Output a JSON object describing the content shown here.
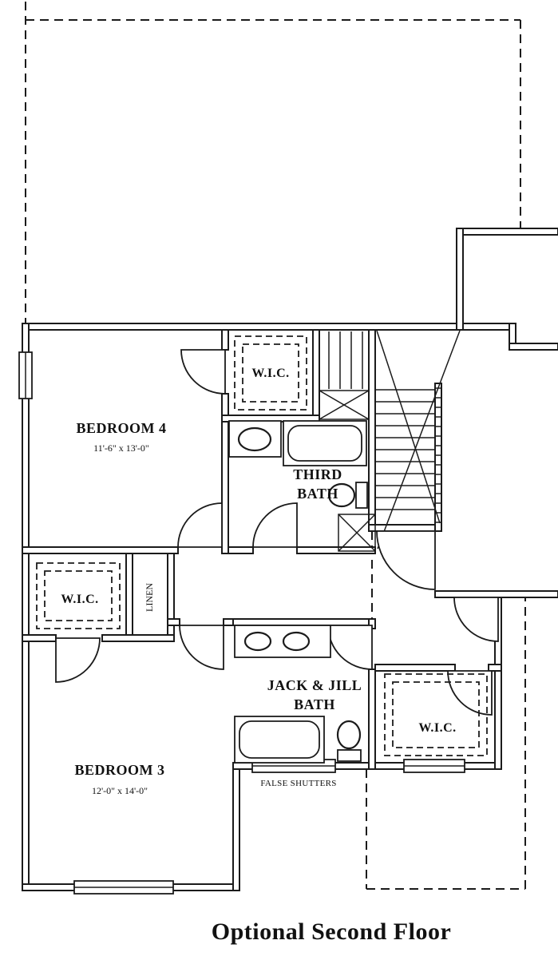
{
  "title": "Optional Second Floor",
  "rooms": {
    "bedroom4": {
      "name": "BEDROOM 4",
      "dims": "11'-6\" x 13'-0\""
    },
    "bedroom3": {
      "name": "BEDROOM 3",
      "dims": "12'-0\" x 14'-0\""
    },
    "third_bath": {
      "line1": "THIRD",
      "line2": "BATH"
    },
    "jack_jill_bath": {
      "line1": "JACK & JILL",
      "line2": "BATH"
    },
    "wic_top": {
      "name": "W.I.C."
    },
    "wic_left": {
      "name": "W.I.C."
    },
    "wic_right": {
      "name": "W.I.C."
    },
    "linen": {
      "name": "LINEN"
    }
  },
  "annotations": {
    "false_shutters": "FALSE SHUTTERS"
  },
  "colors": {
    "line": "#1b1b1b",
    "background": "#ffffff"
  }
}
